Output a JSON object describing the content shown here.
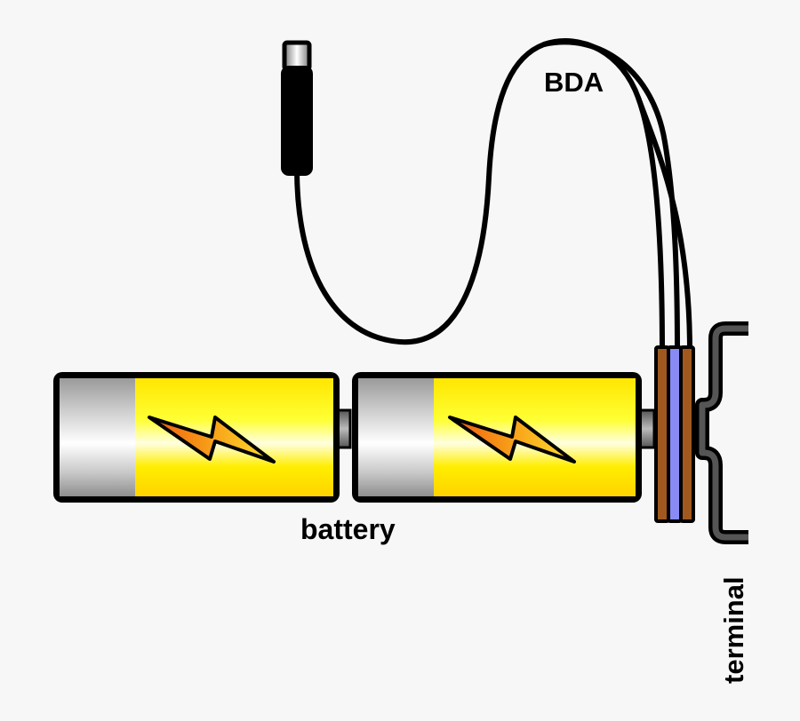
{
  "labels": {
    "bda": "BDA",
    "battery": "battery",
    "terminal": "terminal"
  },
  "colors": {
    "background": "#f7f7f7",
    "outline": "#000000",
    "cable": "#000000",
    "battery_body_yellow": "#ffff00",
    "battery_cap_gray": "#c8c8c8",
    "bolt_orange": "#f07010",
    "bolt_yellow": "#ffd21e",
    "contact_brown": "#a0581f",
    "contact_blue": "#8a8af5",
    "terminal_gray": "#555555"
  },
  "icons": {
    "bolt": "lightning-bolt-icon",
    "plug": "plug-connector-icon"
  }
}
